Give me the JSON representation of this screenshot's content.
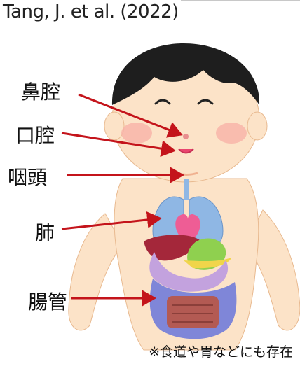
{
  "citation": "Tang, J. et al. (2022)",
  "labels": {
    "nasal_cavity": "鼻腔",
    "oral_cavity": "口腔",
    "pharynx": "咽頭",
    "lung": "肺",
    "intestine": "腸管"
  },
  "note": "※食道や胃などにも存在",
  "colors": {
    "arrow": "#c4141b",
    "skin": "#fce3c8",
    "hair": "#1e1e1e",
    "lung": "#8fb7e4",
    "heart": "#ee5d95",
    "liver": "#a4273a",
    "stomach": "#8fd04f",
    "intestine": "#7f86d8",
    "colon_center": "#b35a53"
  },
  "icons": [
    "child-body-illustration"
  ]
}
